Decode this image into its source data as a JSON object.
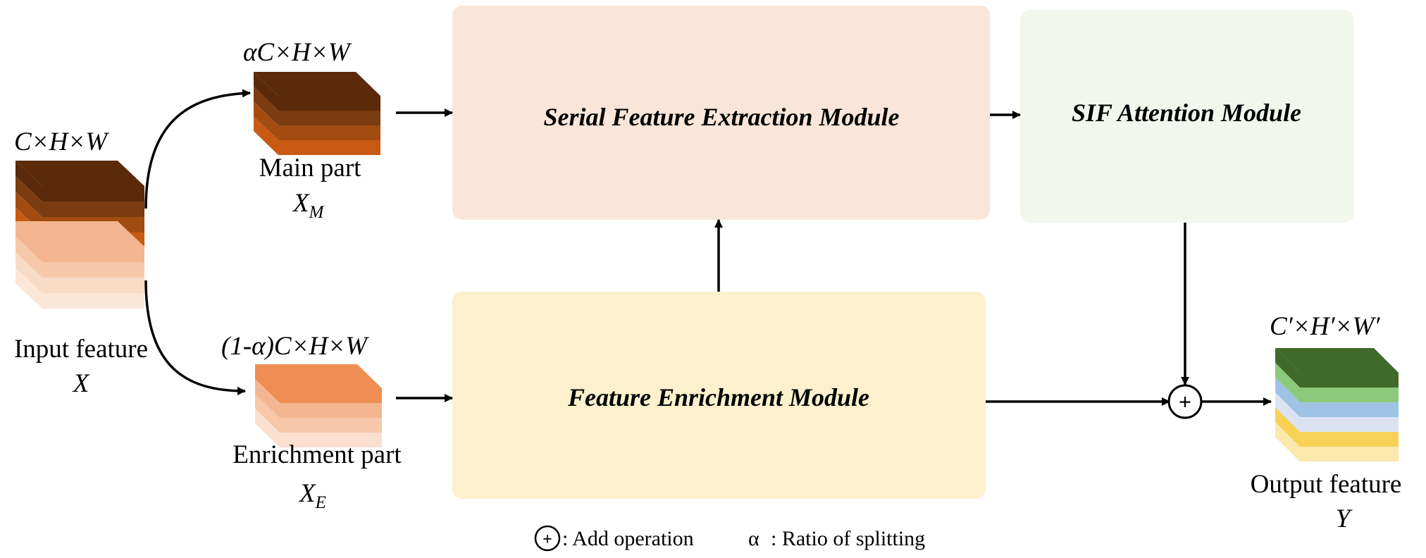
{
  "input": {
    "dims": "C×H×W",
    "label": "Input feature",
    "symbol": "X",
    "colors": {
      "top": [
        "#5a2a0b",
        "#7a3c10",
        "#a24c12",
        "#c85a14"
      ],
      "bottom": [
        "#f3b690",
        "#f7c9aa",
        "#f9dac4",
        "#fbe6d8"
      ]
    }
  },
  "main_part": {
    "dims": "αC×H×W",
    "label": "Main part",
    "symbol": "X",
    "subscript": "M",
    "colors": [
      "#5a2a0b",
      "#7a3c10",
      "#a24c12",
      "#c85a14"
    ]
  },
  "enrichment_part": {
    "dims": "(1-α)C×H×W",
    "label": "Enrichment part",
    "symbol": "X",
    "subscript": "E",
    "colors": [
      "#ef8e52",
      "#f3b690",
      "#f7c9aa",
      "#fbe0cf"
    ]
  },
  "modules": {
    "serial": {
      "label": "Serial Feature Extraction Module",
      "color": "#fae6d8"
    },
    "sif": {
      "label": "SIF Attention Module",
      "color": "#f2f7ee"
    },
    "enrichment": {
      "label": "Feature Enrichment Module",
      "color": "#fdf0cd"
    }
  },
  "output": {
    "dims": "C′×H′×W′",
    "label": "Output feature",
    "symbol": "Y",
    "colors": [
      "#3f6a2a",
      "#8cc97a",
      "#9ec3e6",
      "#dbe3f3",
      "#f7d257",
      "#fbe8ab"
    ]
  },
  "operator": {
    "symbol": "+"
  },
  "legend": {
    "add_symbol": "+",
    "add_text": ": Add operation",
    "alpha_symbol": "α",
    "alpha_text": ": Ratio of splitting"
  }
}
